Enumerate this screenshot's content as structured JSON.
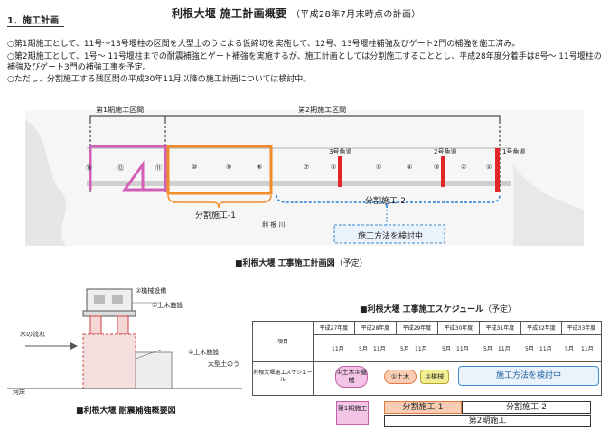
{
  "header": {
    "title": "利根大堰 施工計画概要",
    "subtitle": "（平成28年7月末時点の計画）",
    "section": "1．施工計画"
  },
  "paragraphs": {
    "p1": "○第1期施工として、11号～13号堰柱の区間を大型土のうによる仮締切を実施して、12号、13号堰柱補強及びゲート2門の補強を施工済み。",
    "p2": "○第2期施工として、1号～ 11号堰柱までの耐震補強とゲート補強を実施するが、施工計画としては分割施工することとし、平成28年度分着手は8号～ 11号堰柱の補強及びゲート3門の補強工事を予定。",
    "p3": "○ただし、分割施工する残区間の平成30年11月以降の施工計画については検討中。"
  },
  "plan_figure": {
    "phase1_label": "第1期施工区間",
    "phase2_label": "第2期施工区間",
    "fishways": [
      "3号魚道",
      "2号魚道",
      "1号魚道"
    ],
    "piers": [
      "⑬",
      "⑫",
      "⑪",
      "⑩",
      "⑨",
      "⑧",
      "⑦",
      "⑥",
      "⑤",
      "④",
      "③",
      "②",
      "①"
    ],
    "split1_label": "分割施工-1",
    "split2_label": "分割施工-2",
    "river_label": "利 根 川",
    "review_label": "施工方法を検討中",
    "caption_mark": "■利根大堰 工事施工計画図",
    "caption_note": "（予定）"
  },
  "section_figure": {
    "labels": {
      "machine": "②機械設備",
      "civil1": "①土木施設",
      "flow": "水の流れ",
      "civil2": "①土木施設",
      "sandbag": "大型土のう",
      "riverbed": "河床"
    },
    "caption": "■利根大堰 耐震補強概要図"
  },
  "schedule": {
    "caption_mark": "■利根大堰 工事施工スケジュール",
    "caption_note": "（予定）",
    "item_header": "項目",
    "years": [
      "平成27年度",
      "平成28年度",
      "平成29年度",
      "平成30年度",
      "平成31年度",
      "平成32年度",
      "平成33年度"
    ],
    "month_a": "5月",
    "month_b": "11月",
    "row_label": "利根大堰施工スケジュール",
    "bar1": "①土木②機械",
    "bar2": "①土木",
    "bar3": "②機械",
    "review": "施工方法を検討中",
    "legend_phase1": "第1期施工",
    "legend_split1": "分割施工-1",
    "legend_split2": "分割施工-2",
    "legend_phase2": "第2期施工"
  },
  "colors": {
    "phase1": "#d35fb7",
    "split1": "#f28c28",
    "split2": "#2a7bd1",
    "fishway": "#e0252b",
    "review_fill": "#eaf3fb"
  }
}
